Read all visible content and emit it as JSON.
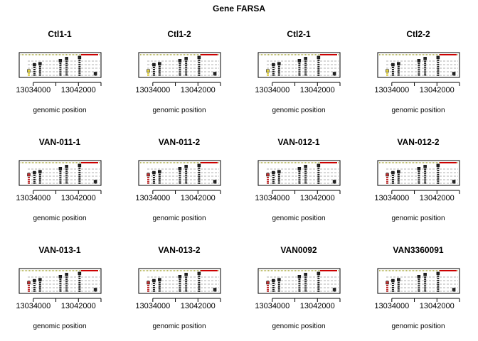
{
  "title": "Gene FARSA",
  "chart_data": {
    "type": "scatter",
    "gene": "FARSA",
    "xlabel": "genomic position",
    "xlim": [
      13031500,
      13046000
    ],
    "x_ticks": [
      13034000,
      13038000,
      13042000,
      13046000
    ],
    "x_tick_labels": [
      "13034000",
      "",
      "13042000",
      ""
    ],
    "exon_starts": [
      13033200,
      13034200,
      13035200,
      13038800,
      13039900,
      13042200,
      13045000
    ],
    "panels": [
      {
        "name": "Ctl1-1",
        "profile": "control",
        "values": [
          0.25,
          0.55,
          0.6,
          0.75,
          0.85,
          0.9,
          0.12
        ]
      },
      {
        "name": "Ctl1-2",
        "profile": "control",
        "values": [
          0.25,
          0.55,
          0.6,
          0.75,
          0.85,
          0.9,
          0.12
        ]
      },
      {
        "name": "Ctl2-1",
        "profile": "control",
        "values": [
          0.25,
          0.55,
          0.6,
          0.75,
          0.85,
          0.9,
          0.12
        ]
      },
      {
        "name": "Ctl2-2",
        "profile": "control",
        "values": [
          0.25,
          0.55,
          0.6,
          0.75,
          0.85,
          0.9,
          0.12
        ]
      },
      {
        "name": "VAN-011-1",
        "profile": "variant",
        "values": [
          0.45,
          0.55,
          0.6,
          0.75,
          0.85,
          0.9,
          0.12
        ]
      },
      {
        "name": "VAN-011-2",
        "profile": "variant",
        "values": [
          0.45,
          0.55,
          0.6,
          0.75,
          0.85,
          0.9,
          0.12
        ]
      },
      {
        "name": "VAN-012-1",
        "profile": "variant",
        "values": [
          0.45,
          0.55,
          0.6,
          0.75,
          0.85,
          0.9,
          0.12
        ]
      },
      {
        "name": "VAN-012-2",
        "profile": "variant",
        "values": [
          0.45,
          0.55,
          0.6,
          0.75,
          0.85,
          0.9,
          0.12
        ]
      },
      {
        "name": "VAN-013-1",
        "profile": "variant",
        "values": [
          0.45,
          0.55,
          0.6,
          0.75,
          0.85,
          0.9,
          0.12
        ]
      },
      {
        "name": "VAN-013-2",
        "profile": "variant",
        "values": [
          0.45,
          0.55,
          0.6,
          0.75,
          0.85,
          0.9,
          0.12
        ]
      },
      {
        "name": "VAN0092",
        "profile": "variant",
        "values": [
          0.45,
          0.55,
          0.6,
          0.75,
          0.85,
          0.9,
          0.12
        ]
      },
      {
        "name": "VAN3360091",
        "profile": "variant",
        "values": [
          0.45,
          0.55,
          0.6,
          0.75,
          0.85,
          0.9,
          0.12
        ]
      }
    ],
    "grid": true,
    "colors": {
      "control_first": "#e0d040",
      "variant_first": "#c03030",
      "marks": "#222222",
      "grid": "#999999",
      "highlight": "#cc0000"
    }
  }
}
